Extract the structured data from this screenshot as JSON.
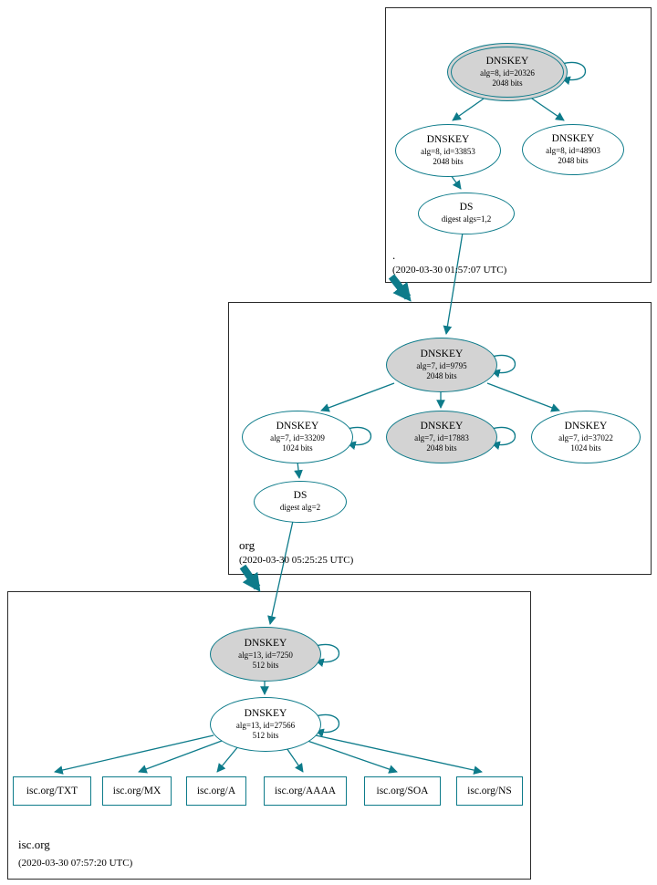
{
  "colors": {
    "edge": "#0d7b8a",
    "ksk_fill": "#d3d3d3",
    "node_fill": "#ffffff"
  },
  "zones": {
    "root": {
      "name": ".",
      "timestamp": "(2020-03-30 01:57:07 UTC)"
    },
    "org": {
      "name": "org",
      "timestamp": "(2020-03-30 05:25:25 UTC)"
    },
    "isc": {
      "name": "isc.org",
      "timestamp": "(2020-03-30 07:57:20 UTC)"
    }
  },
  "nodes": {
    "root_ksk": {
      "label": "DNSKEY",
      "detail": "alg=8, id=20326",
      "bits": "2048 bits"
    },
    "root_zsk": {
      "label": "DNSKEY",
      "detail": "alg=8, id=33853",
      "bits": "2048 bits"
    },
    "root_key2": {
      "label": "DNSKEY",
      "detail": "alg=8, id=48903",
      "bits": "2048 bits"
    },
    "root_ds": {
      "label": "DS",
      "detail": "digest algs=1,2"
    },
    "org_ksk": {
      "label": "DNSKEY",
      "detail": "alg=7, id=9795",
      "bits": "2048 bits"
    },
    "org_zsk1": {
      "label": "DNSKEY",
      "detail": "alg=7, id=33209",
      "bits": "1024 bits"
    },
    "org_ksk2": {
      "label": "DNSKEY",
      "detail": "alg=7, id=17883",
      "bits": "2048 bits"
    },
    "org_zsk2": {
      "label": "DNSKEY",
      "detail": "alg=7, id=37022",
      "bits": "1024 bits"
    },
    "org_ds": {
      "label": "DS",
      "detail": "digest alg=2"
    },
    "isc_ksk": {
      "label": "DNSKEY",
      "detail": "alg=13, id=7250",
      "bits": "512 bits"
    },
    "isc_zsk": {
      "label": "DNSKEY",
      "detail": "alg=13, id=27566",
      "bits": "512 bits"
    }
  },
  "rrsets": [
    {
      "label": "isc.org/TXT"
    },
    {
      "label": "isc.org/MX"
    },
    {
      "label": "isc.org/A"
    },
    {
      "label": "isc.org/AAAA"
    },
    {
      "label": "isc.org/SOA"
    },
    {
      "label": "isc.org/NS"
    }
  ]
}
